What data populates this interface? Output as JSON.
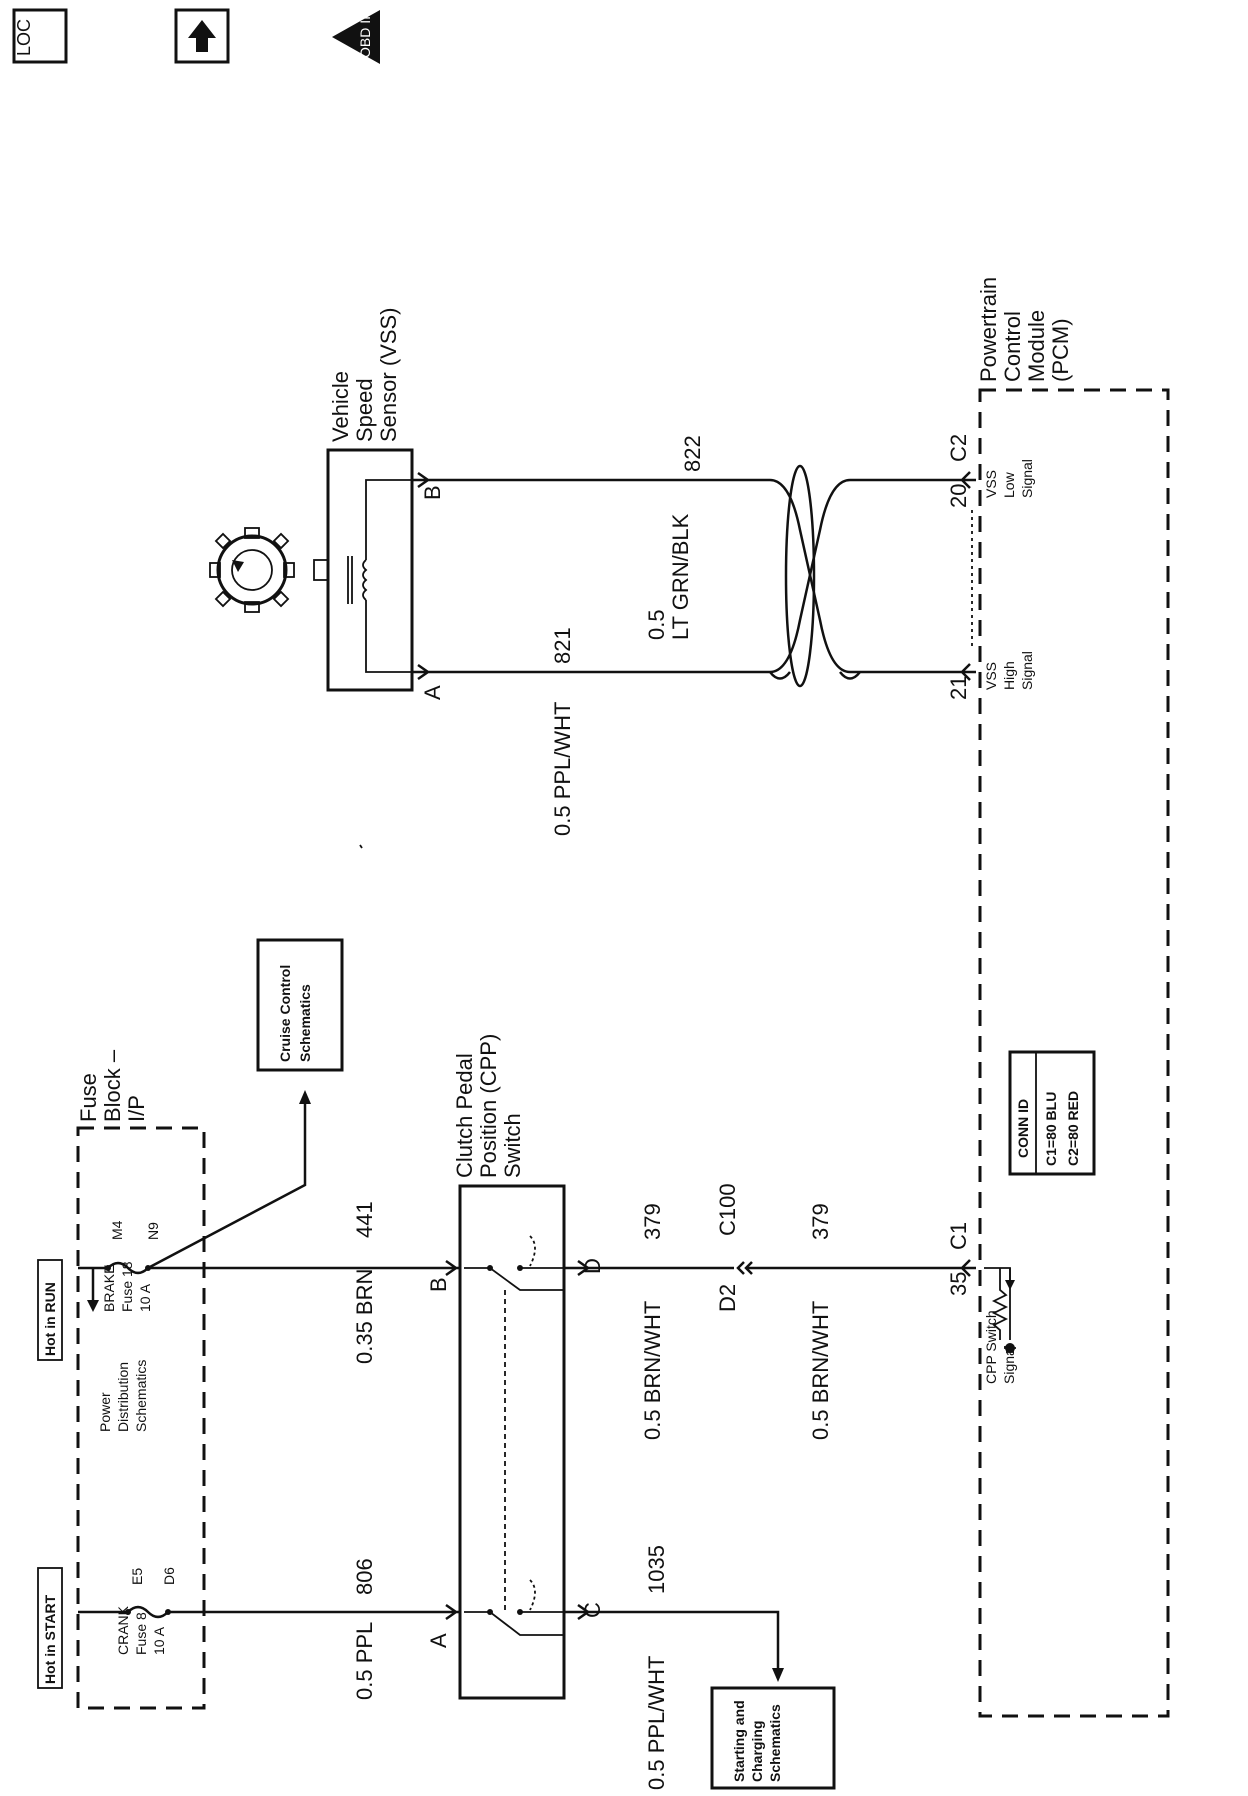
{
  "toolbar": {
    "loc_icon": "location-icon",
    "up_icon": "up-arrow-icon",
    "obd_icon": "obd-warning-icon",
    "loc_label": "LOC",
    "obd_label": "OBD II"
  },
  "fuse_block": {
    "title_line1": "Fuse",
    "title_line2": "Block –",
    "title_line3": "I/P",
    "hot_in_start": "Hot in START",
    "hot_in_run": "Hot in RUN",
    "crank_line1": "CRANK",
    "crank_line2": "Fuse 8",
    "crank_line3": "10 A",
    "brake_line1": "BRAKE",
    "brake_line2": "Fuse 18",
    "brake_line3": "10 A",
    "pin_e5": "E5",
    "pin_d6": "D6",
    "pin_m4": "M4",
    "pin_n9": "N9",
    "power_dist_1": "Power",
    "power_dist_2": "Distribution",
    "power_dist_3": "Schematics"
  },
  "cruise_box": {
    "line1": "Cruise Control",
    "line2": "Schematics"
  },
  "starting_box": {
    "line1": "Starting and",
    "line2": "Charging",
    "line3": "Schematics"
  },
  "wires": {
    "ppl_806_gauge": "0.5 PPL",
    "ppl_806_num": "806",
    "brn_441_gauge": "0.35 BRN",
    "brn_441_num": "441",
    "brnwht_379a_gauge": "0.5 BRN/WHT",
    "brnwht_379a_num": "379",
    "brnwht_379b_gauge": "0.5 BRN/WHT",
    "brnwht_379b_num": "379",
    "pplwht_1035_gauge": "0.5 PPL/WHT",
    "pplwht_1035_num": "1035",
    "pplwht_821_gauge": "0.5 PPL/WHT",
    "pplwht_821_num": "821",
    "ltgrn_822_gauge_1": "0.5",
    "ltgrn_822_gauge_2": "LT GRN/BLK",
    "ltgrn_822_num": "822"
  },
  "cpp_switch": {
    "title_1": "Clutch Pedal",
    "title_2": "Position (CPP)",
    "title_3": "Switch",
    "pin_a": "A",
    "pin_b": "B",
    "pin_c": "C",
    "pin_d": "D"
  },
  "connector_c100": {
    "name": "C100",
    "pin": "D2"
  },
  "vss": {
    "title_1": "Vehicle",
    "title_2": "Speed",
    "title_3": "Sensor (VSS)",
    "pin_a": "A",
    "pin_b": "B"
  },
  "pcm": {
    "title_1": "Powertrain",
    "title_2": "Control",
    "title_3": "Module",
    "title_4": "(PCM)",
    "c1": "C1",
    "c2": "C2",
    "pin_35": "35",
    "pin_21": "21",
    "pin_20": "20",
    "cpp_sig_1": "CPP Switch",
    "cpp_sig_2": "Signal",
    "vss_high_1": "VSS",
    "vss_high_2": "High",
    "vss_high_3": "Signal",
    "vss_low_1": "VSS",
    "vss_low_2": "Low",
    "vss_low_3": "Signal"
  },
  "conn_id": {
    "title": "CONN ID",
    "line1": "C1=80 BLU",
    "line2": "C2=80 RED"
  }
}
